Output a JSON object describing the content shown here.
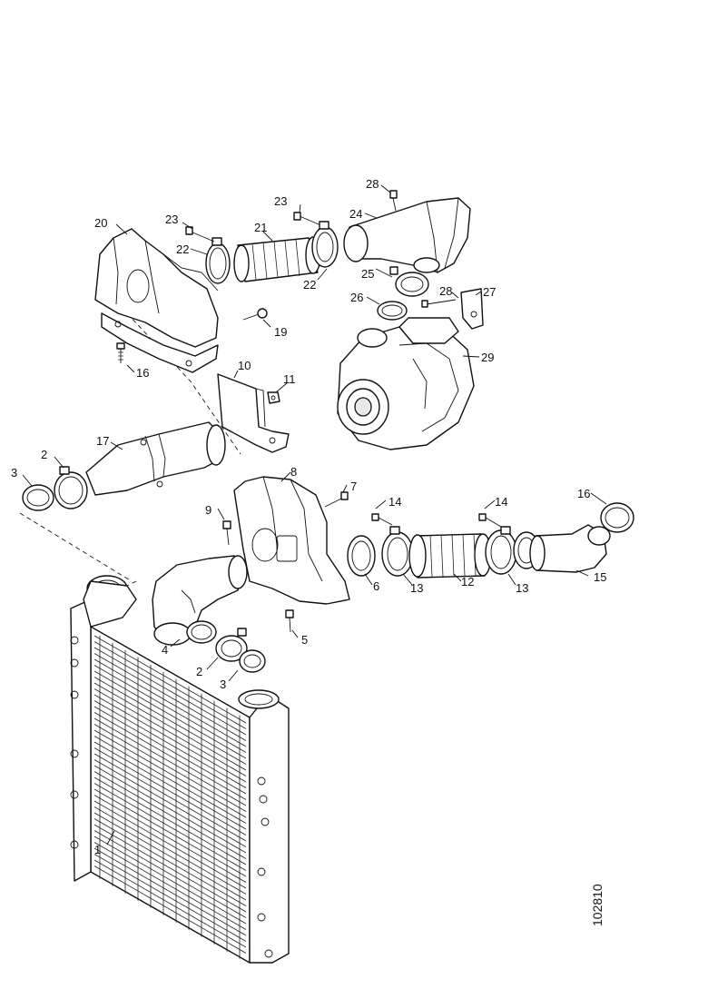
{
  "diagram": {
    "reference_number": "102810",
    "callouts": {
      "c1": "1",
      "c2a": "2",
      "c2b": "2",
      "c3a": "3",
      "c3b": "3",
      "c4": "4",
      "c5": "5",
      "c6": "6",
      "c7": "7",
      "c8": "8",
      "c9": "9",
      "c10": "10",
      "c11": "11",
      "c12": "12",
      "c13a": "13",
      "c13b": "13",
      "c14a": "14",
      "c14b": "14",
      "c15": "15",
      "c16a": "16",
      "c16b": "16",
      "c17": "17",
      "c19": "19",
      "c20": "20",
      "c21": "21",
      "c22a": "22",
      "c22b": "22",
      "c23a": "23",
      "c23b": "23",
      "c24": "24",
      "c25": "25",
      "c26": "26",
      "c27": "27",
      "c28a": "28",
      "c28b": "28",
      "c29": "29"
    }
  }
}
